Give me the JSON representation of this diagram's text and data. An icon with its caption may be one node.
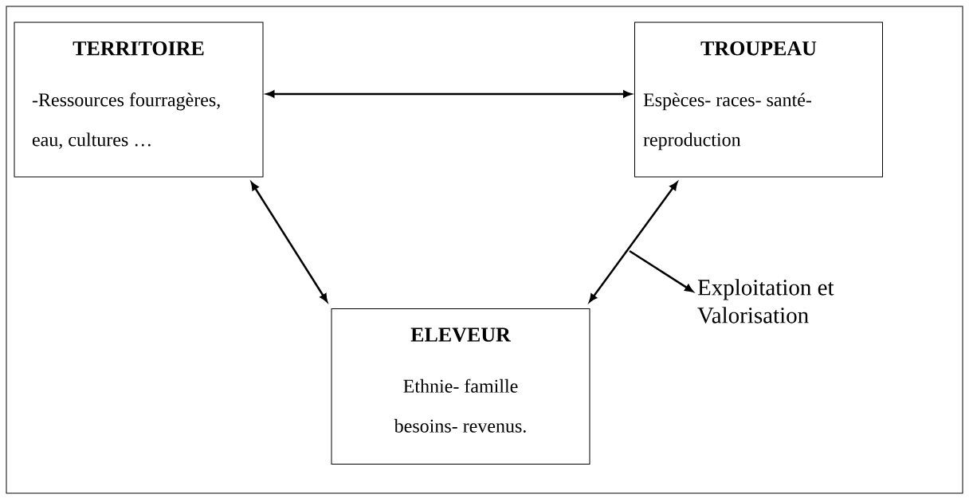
{
  "diagram": {
    "nodes": [
      {
        "text": [
          "TERRITOIRE",
          "-Ressources fourragères, eau, cultures …"
        ]
      },
      {
        "text": [
          "TROUPEAU",
          "Espèces- races- santé- reproduction"
        ]
      },
      {
        "text": [
          "ELEVEUR",
          "Ethnie- famille besoins- revenus."
        ]
      },
      {
        "text": [
          "Exploitation et Valorisation"
        ]
      }
    ],
    "edges": [
      {
        "from": 0,
        "to": 1,
        "arrow": "both"
      },
      {
        "from": 0,
        "to": 2,
        "arrow": "both"
      },
      {
        "from": 1,
        "to": 2,
        "arrow": "both"
      },
      {
        "from": null,
        "to": 3,
        "arrow": "to"
      }
    ]
  }
}
